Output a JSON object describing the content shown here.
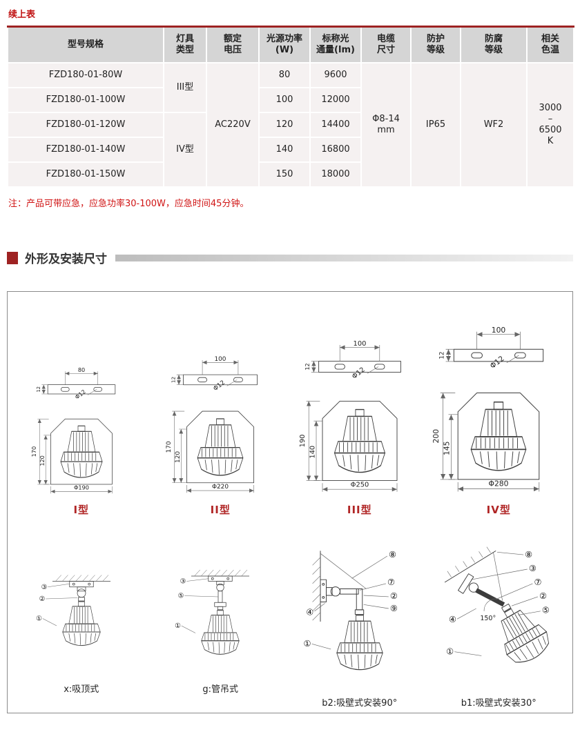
{
  "page": {
    "continued_label": "续上表",
    "note": "注：产品可带应急，应急功率30-100W，应急时间45分钟。",
    "section_title": "外形及安装尺寸"
  },
  "colors": {
    "accent_red": "#9e2222",
    "note_red": "#d01414",
    "type_label_red": "#b02525"
  },
  "table": {
    "headers": [
      "型号规格",
      "灯具\n类型",
      "额定\n电压",
      "光源功率\n(W)",
      "标称光\n通量(lm)",
      "电缆\n尺寸",
      "防护\n等级",
      "防腐\n等级",
      "相关\n色温"
    ],
    "rows": [
      {
        "model": "FZD180-01-80W",
        "power": "80",
        "flux": "9600"
      },
      {
        "model": "FZD180-01-100W",
        "power": "100",
        "flux": "12000"
      },
      {
        "model": "FZD180-01-120W",
        "power": "120",
        "flux": "14400"
      },
      {
        "model": "FZD180-01-140W",
        "power": "140",
        "flux": "16800"
      },
      {
        "model": "FZD180-01-150W",
        "power": "150",
        "flux": "18000"
      }
    ],
    "merged": {
      "type_a": "III型",
      "type_b": "IV型",
      "voltage": "AC220V",
      "cable": "Φ8-14\nmm",
      "protection": "IP65",
      "anticorrosion": "WF2",
      "cct": "3000\n–\n6500\nK"
    }
  },
  "diagrams": {
    "types": [
      {
        "label": "I型",
        "plate_width": "80",
        "plate_height": "12",
        "hole": "Φ12",
        "total_height": "170",
        "lamp_height": "120",
        "diameter": "Φ190"
      },
      {
        "label": "II型",
        "plate_width": "100",
        "plate_height": "12",
        "hole": "Φ12",
        "total_height": "170",
        "lamp_height": "120",
        "diameter": "Φ220"
      },
      {
        "label": "III型",
        "plate_width": "100",
        "plate_height": "12",
        "hole": "Φ12",
        "total_height": "190",
        "lamp_height": "140",
        "diameter": "Φ250"
      },
      {
        "label": "IV型",
        "plate_width": "100",
        "plate_height": "12",
        "hole": "Φ12",
        "total_height": "200",
        "lamp_height": "145",
        "diameter": "Φ280"
      }
    ],
    "installs": [
      {
        "caption": "x:吸顶式",
        "callouts": [
          "③",
          "②",
          "①"
        ]
      },
      {
        "caption": "g:管吊式",
        "callouts": [
          "③",
          "⑤",
          "①"
        ]
      },
      {
        "caption": "b2:吸壁式安装90°",
        "callouts": [
          "⑧",
          "⑦",
          "②",
          "⑨",
          "④",
          "①"
        ]
      },
      {
        "caption": "b1:吸壁式安装30°",
        "callouts": [
          "⑧",
          "③",
          "⑦",
          "②",
          "⑤",
          "④",
          "①"
        ],
        "angle": "150°"
      }
    ]
  }
}
